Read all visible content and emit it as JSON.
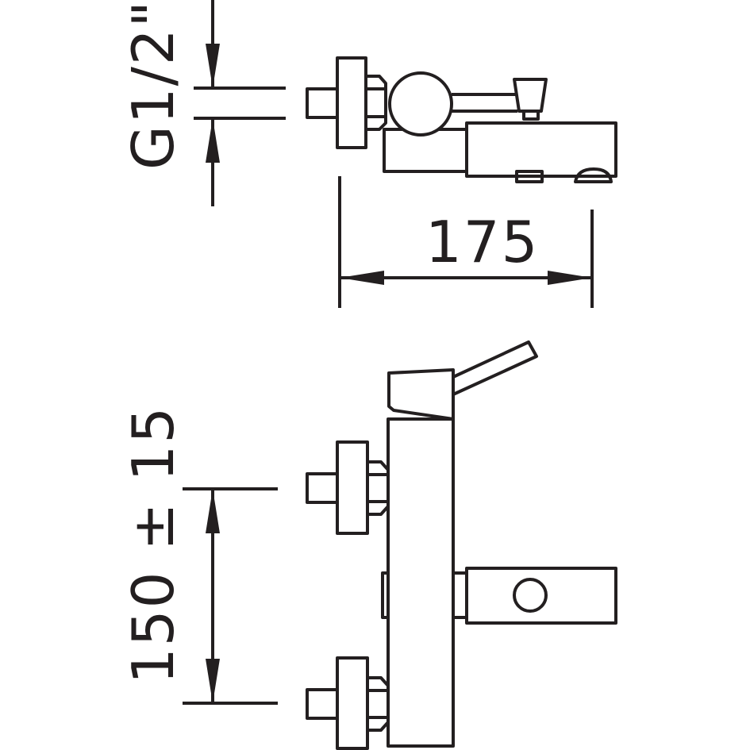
{
  "diagram": {
    "background_color": "#ffffff",
    "line_color": "#231f20",
    "dimensions": {
      "thread_size": "G1/2\"",
      "projection": "175",
      "inlet_centers": "150 ± 15"
    }
  }
}
